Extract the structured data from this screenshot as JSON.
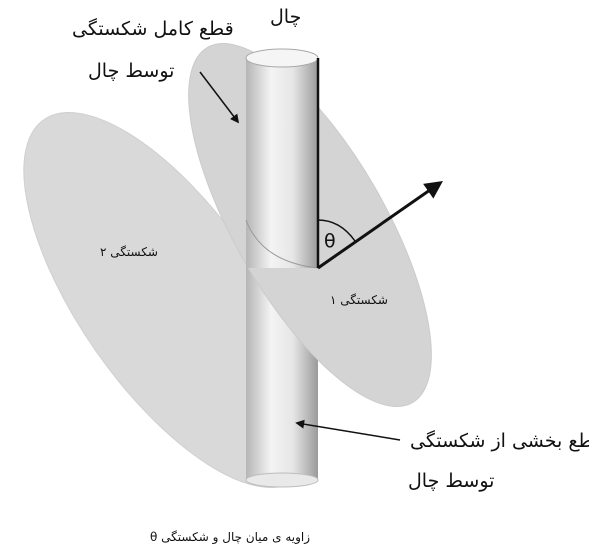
{
  "labels": {
    "well": "چال",
    "full_cut_line1": "قطع کامل شکستگی",
    "full_cut_line2": "توسط چال",
    "fracture_2": "شکستگی ۲",
    "fracture_1": "شکستگی ۱",
    "angle_symbol": "θ",
    "partial_cut_line1": "قطع بخشی از شکستگی",
    "partial_cut_line2": "توسط چال",
    "caption": "زاویه ی میان چال و شکستگی θ"
  },
  "colors": {
    "plane_fill": "#d8d8d8",
    "well_light": "#f2f2f2",
    "well_dark": "#9a9a9a",
    "ink": "#111111"
  }
}
